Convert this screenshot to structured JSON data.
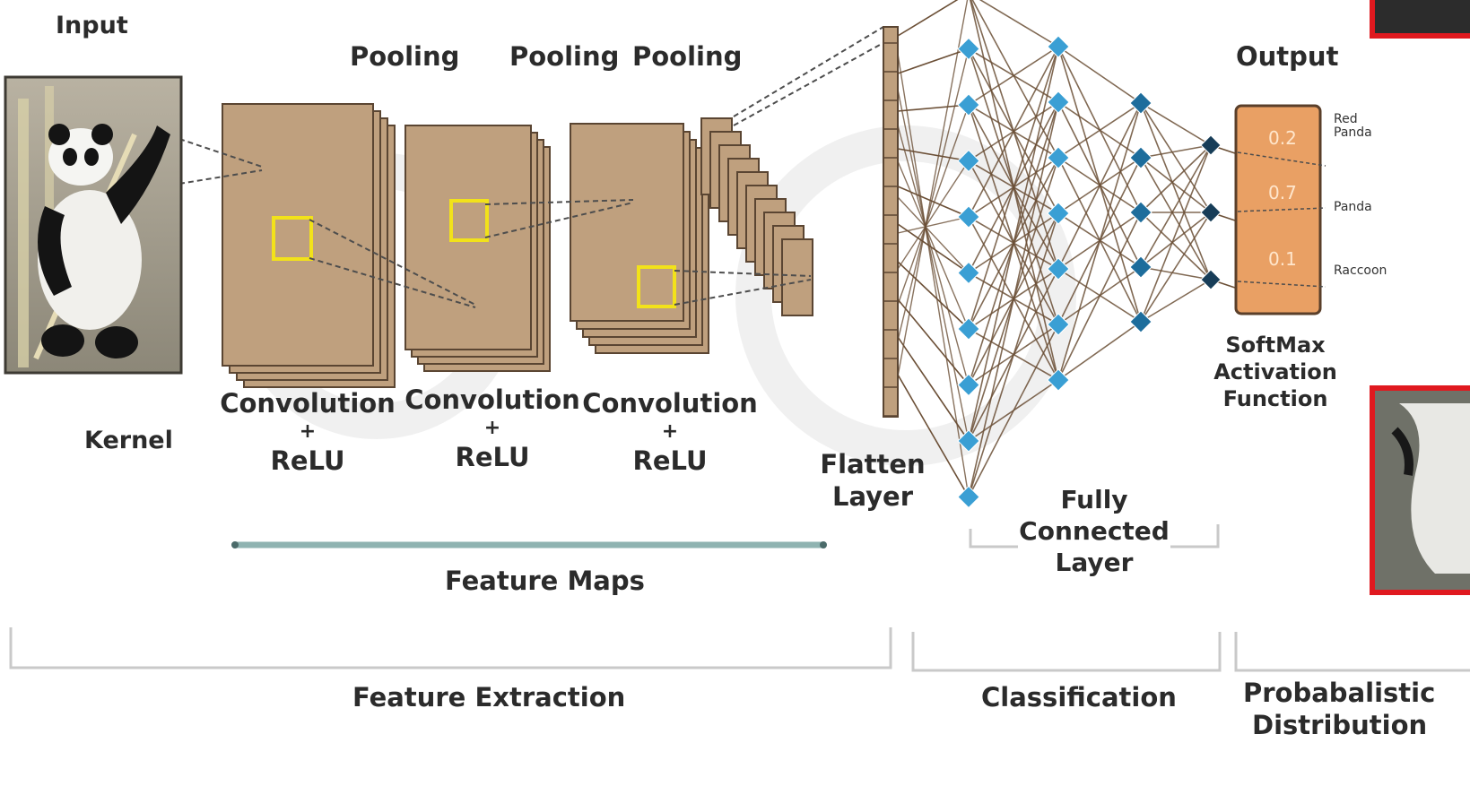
{
  "labels": {
    "input": "Input",
    "kernel": "Kernel",
    "pooling": [
      "Pooling",
      "Pooling",
      "Pooling"
    ],
    "conv_stages": [
      {
        "line1": "Convolution",
        "plus": "+",
        "line2": "ReLU"
      },
      {
        "line1": "Convolution",
        "plus": "+",
        "line2": "ReLU"
      },
      {
        "line1": "Convolution",
        "plus": "+",
        "line2": "ReLU"
      }
    ],
    "flatten": {
      "line1": "Flatten",
      "line2": "Layer"
    },
    "feature_maps": "Feature Maps",
    "fully_connected": {
      "line1": "Fully",
      "line2": "Connected",
      "line3": "Layer"
    },
    "output": "Output",
    "softmax": {
      "line1": "SoftMax",
      "line2": "Activation",
      "line3": "Function"
    },
    "sections": {
      "feature_extraction": "Feature Extraction",
      "classification": "Classification",
      "probabilistic": {
        "line1": "Probabalistic",
        "line2": "Distribution"
      }
    }
  },
  "output_classes": [
    {
      "value": "0.2",
      "label_line1": "Red",
      "label_line2": "Panda"
    },
    {
      "value": "0.7",
      "label_line1": "Panda",
      "label_line2": ""
    },
    {
      "value": "0.1",
      "label_line1": "Raccoon",
      "label_line2": ""
    }
  ],
  "network": {
    "input_layer_nodes": 10,
    "hidden_layer_1_nodes": 7,
    "hidden_layer_2_nodes": 5,
    "output_nodes": 3
  },
  "colors": {
    "feature_map_fill": "#bfa07e",
    "feature_map_edge": "#5a4532",
    "kernel_box": "#f2e21a",
    "node_light": "#3a9fd4",
    "node_mid": "#1d6d9c",
    "node_dark": "#173d58",
    "connection": "#6b4f36",
    "softmax_fill": "#e9a064",
    "softmax_edge": "#5a3f2a",
    "feature_maps_bar": "#8fb3b1",
    "bracket": "#c9c9c9",
    "thumbnail_border": "#e0191f"
  },
  "icons": {
    "input_image": "panda-photo",
    "thumb_top": "panda-thumbnail",
    "thumb_bottom": "panda-thumbnail"
  }
}
